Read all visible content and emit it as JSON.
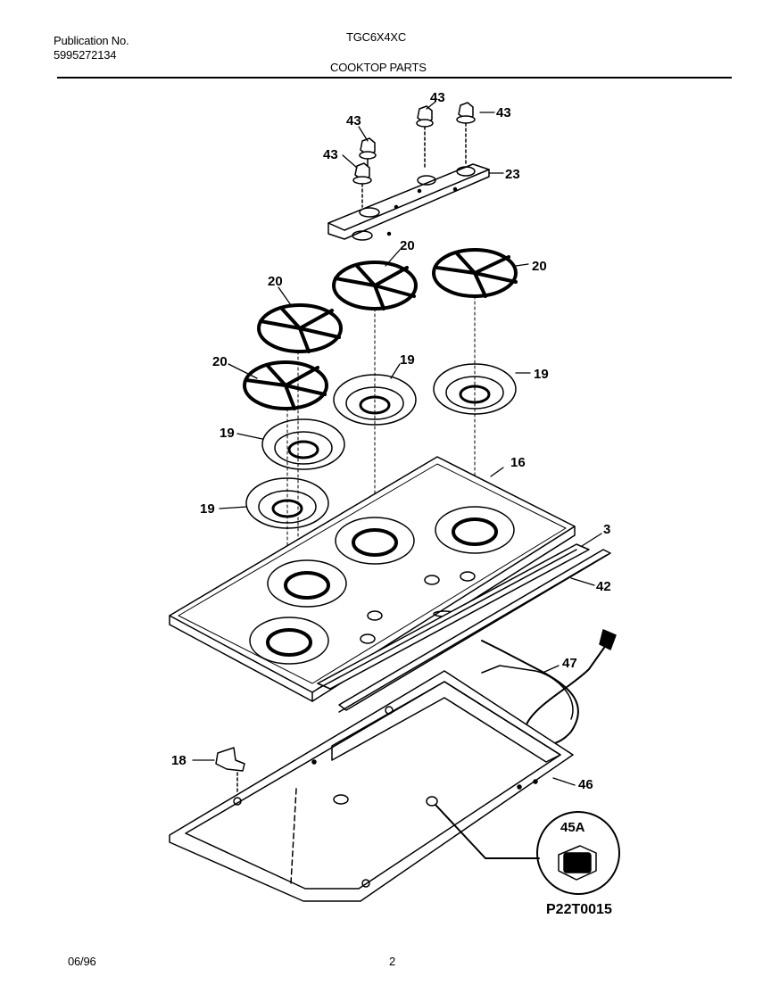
{
  "header": {
    "publication_label": "Publication No.",
    "publication_number": "5995272134",
    "model": "TGC6X4XC",
    "section_title": "COOKTOP  PARTS"
  },
  "footer": {
    "date": "06/96",
    "page": "2"
  },
  "callouts": {
    "knob_a": "43",
    "knob_b": "43",
    "knob_c": "43",
    "knob_d": "43",
    "panel": "23",
    "grate_a": "20",
    "grate_b": "20",
    "grate_c": "20",
    "grate_d": "20",
    "pan_a": "19",
    "pan_b": "19",
    "pan_c": "19",
    "pan_d": "19",
    "cooktop": "16",
    "trim": "3",
    "strip": "42",
    "cord": "47",
    "bracket": "18",
    "box": "46",
    "inset": "45A"
  },
  "diagram_code": "P22T0015"
}
